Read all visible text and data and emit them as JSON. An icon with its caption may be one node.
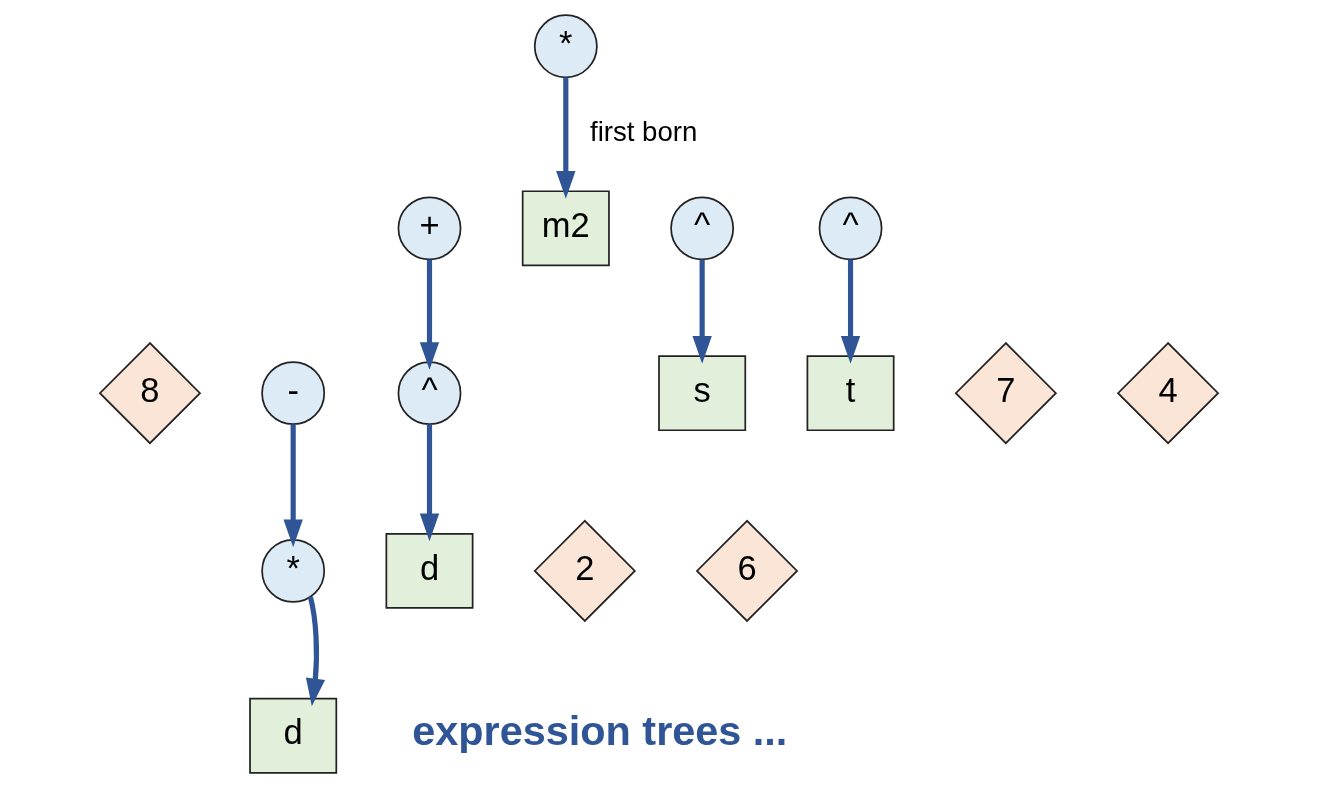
{
  "diagram": {
    "nodes": [
      {
        "text": [
          "*"
        ]
      },
      {
        "text": [
          "+"
        ]
      },
      {
        "text": [
          "m2"
        ]
      },
      {
        "text": [
          "^"
        ]
      },
      {
        "text": [
          "^"
        ]
      },
      {
        "text": [
          "8"
        ]
      },
      {
        "text": [
          "-"
        ]
      },
      {
        "text": [
          "^"
        ]
      },
      {
        "text": [
          "s"
        ]
      },
      {
        "text": [
          "7"
        ]
      },
      {
        "text": [
          "t"
        ]
      },
      {
        "text": [
          "4"
        ]
      },
      {
        "text": [
          "*"
        ]
      },
      {
        "text": [
          "d"
        ]
      },
      {
        "text": [
          "2"
        ]
      },
      {
        "text": [
          "6"
        ]
      },
      {
        "text": [
          "d"
        ]
      }
    ],
    "edges": [
      {
        "from": 0,
        "to": 2,
        "arrow": "to",
        "label": "first born"
      },
      {
        "from": 3,
        "to": 8,
        "arrow": "to"
      },
      {
        "from": 4,
        "to": 10,
        "arrow": "to"
      },
      {
        "from": 1,
        "to": 7,
        "arrow": "to"
      },
      {
        "from": 7,
        "to": 13,
        "arrow": "to"
      },
      {
        "from": 6,
        "to": 12,
        "arrow": "to"
      },
      {
        "from": 12,
        "to": 16,
        "arrow": "to"
      }
    ],
    "labels": [
      "expression trees ..."
    ]
  }
}
